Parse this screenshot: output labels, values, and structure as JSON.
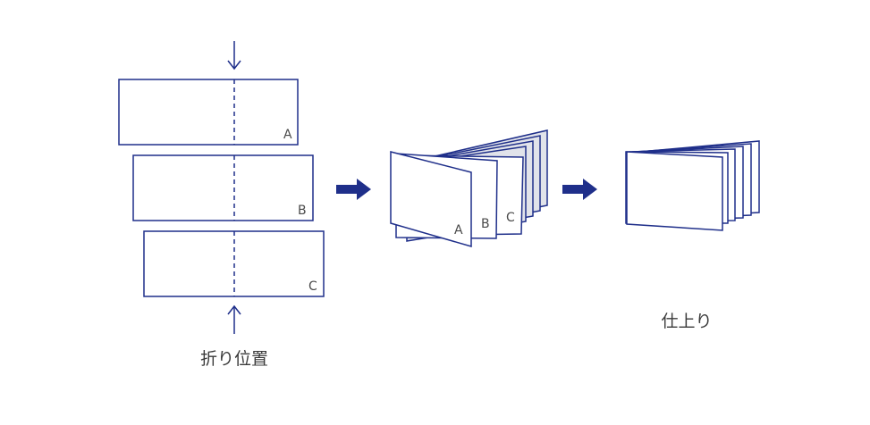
{
  "sheets": [
    {
      "label": "A"
    },
    {
      "label": "B"
    },
    {
      "label": "C"
    }
  ],
  "booklet_labels": [
    "A",
    "B",
    "C"
  ],
  "captions": {
    "fold_position": "折り位置",
    "finished": "仕上り"
  },
  "colors": {
    "line": "#1f2f8a",
    "page_shade": "#e1e3ea",
    "text": "#3a3a3a",
    "background": "#ffffff"
  },
  "icons": {
    "fold_arrow": "arrow-down-icon / arrow-up-icon",
    "flow_arrow": "right-arrow-icon"
  }
}
